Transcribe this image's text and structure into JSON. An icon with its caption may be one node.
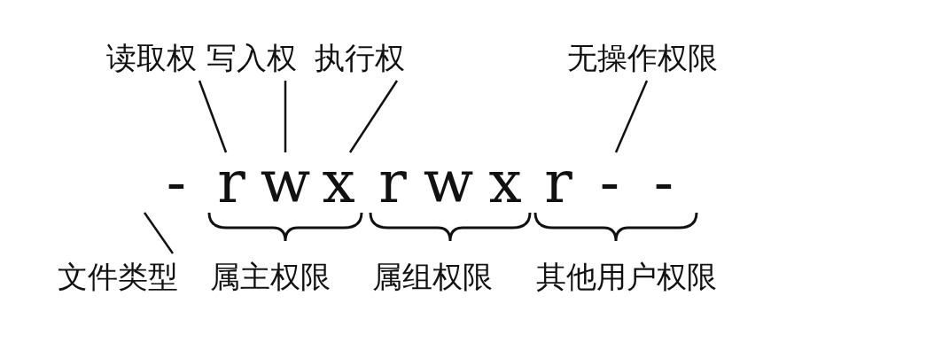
{
  "diagram": {
    "nodes": [
      {
        "text": [
          "读取权"
        ]
      },
      {
        "text": [
          "写入权"
        ]
      },
      {
        "text": [
          "执行权"
        ]
      },
      {
        "text": [
          "无操作权限"
        ]
      },
      {
        "text": [
          "-"
        ]
      },
      {
        "text": [
          "r"
        ]
      },
      {
        "text": [
          "w"
        ]
      },
      {
        "text": [
          "x"
        ]
      },
      {
        "text": [
          "r"
        ]
      },
      {
        "text": [
          "w"
        ]
      },
      {
        "text": [
          "x"
        ]
      },
      {
        "text": [
          "r"
        ]
      },
      {
        "text": [
          "-"
        ]
      },
      {
        "text": [
          "-"
        ]
      },
      {
        "text": [
          "文件类型"
        ]
      }
    ],
    "edges": [
      {
        "from": 0,
        "to": 5,
        "arrow": "none"
      },
      {
        "from": 1,
        "to": 6,
        "arrow": "none"
      },
      {
        "from": 2,
        "to": 7,
        "arrow": "none"
      },
      {
        "from": 3,
        "to": 12,
        "arrow": "none"
      },
      {
        "from": 14,
        "to": 4,
        "arrow": "none"
      }
    ],
    "labels": [
      "属主权限",
      "属组权限",
      "其他用户权限"
    ]
  }
}
